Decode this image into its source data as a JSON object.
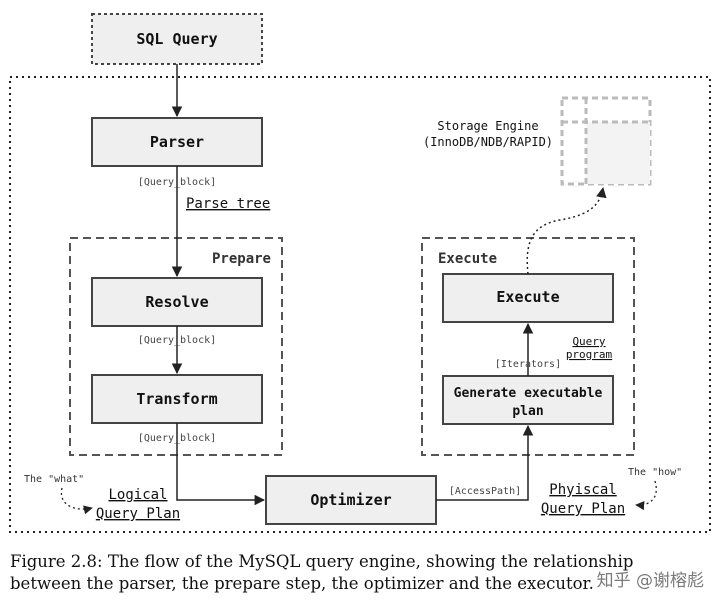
{
  "nodes": {
    "sql_query": "SQL Query",
    "parser": "Parser",
    "resolve": "Resolve",
    "transform": "Transform",
    "optimizer": "Optimizer",
    "execute": "Execute",
    "generate_line1": "Generate executable",
    "generate_line2": "plan"
  },
  "groups": {
    "prepare": "Prepare",
    "execute": "Execute"
  },
  "storage": {
    "line1": "Storage Engine",
    "line2": "(InnoDB/NDB/RAPID)"
  },
  "edge_labels": {
    "query_block_1": "[Query_block]",
    "query_block_2": "[Query_block]",
    "query_block_3": "[Query_block]",
    "access_path": "[AccessPath]",
    "iterators": "[Iterators]"
  },
  "annotations": {
    "parse_tree": "Parse tree",
    "logical_plan_1": "Logical",
    "logical_plan_2": "Query Plan",
    "physical_plan_1": "Phyiscal",
    "physical_plan_2": "Query Plan",
    "query_program_1": "Query",
    "query_program_2": "program",
    "what": "The \"what\"",
    "how": "The \"how\""
  },
  "caption": "Figure 2.8: The flow of the MySQL query engine, showing the relationship between the parser, the prepare step, the optimizer and the executor.",
  "watermark": "知乎 @谢榕彪",
  "colors": {
    "box_fill": "#efefef",
    "box_stroke": "#444444",
    "dash_stroke": "#555555",
    "storage_stroke": "#bbbbbb"
  }
}
